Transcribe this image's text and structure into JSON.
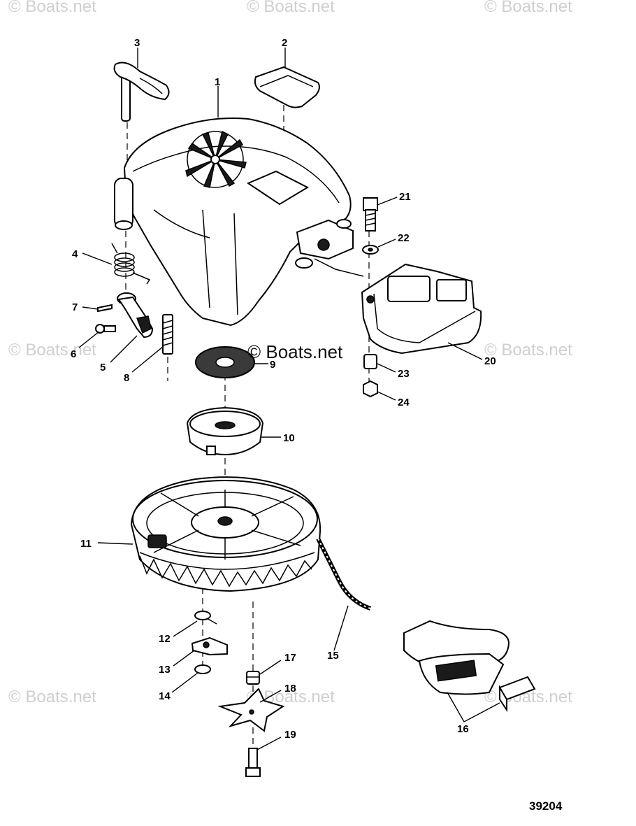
{
  "watermark": "© Boats.net",
  "figure_number": "39204",
  "callouts": {
    "n1": "1",
    "n2": "2",
    "n3": "3",
    "n4": "4",
    "n5": "5",
    "n6": "6",
    "n7": "7",
    "n8": "8",
    "n9": "9",
    "n10": "10",
    "n11": "11",
    "n12": "12",
    "n13": "13",
    "n14": "14",
    "n15": "15",
    "n16": "16",
    "n17": "17",
    "n18": "18",
    "n19": "19",
    "n20": "20",
    "n21": "21",
    "n22": "22",
    "n23": "23",
    "n24": "24"
  }
}
